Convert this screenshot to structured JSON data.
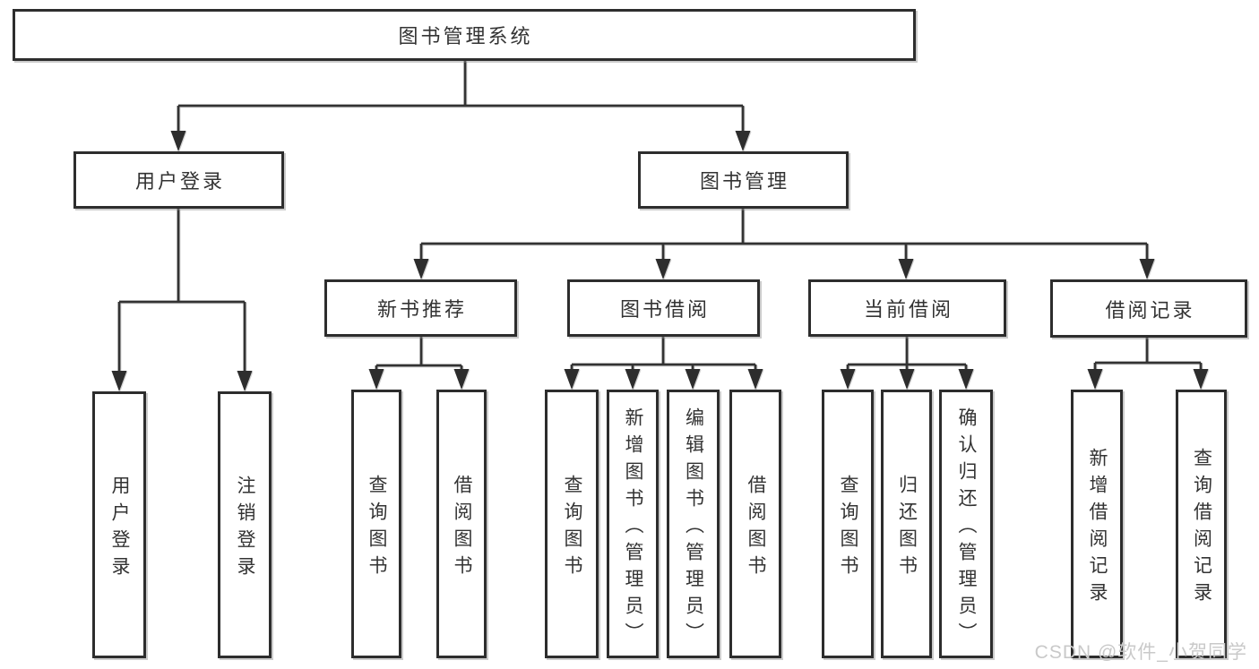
{
  "tree": {
    "label": "图书管理系统",
    "children": [
      {
        "label": "用户登录",
        "children": [
          {
            "label": "用户登录"
          },
          {
            "label": "注销登录"
          }
        ]
      },
      {
        "label": "图书管理",
        "children": [
          {
            "label": "新书推荐",
            "children": [
              {
                "label": "查询图书"
              },
              {
                "label": "借阅图书"
              }
            ]
          },
          {
            "label": "图书借阅",
            "children": [
              {
                "label": "查询图书"
              },
              {
                "label": "新增图书（管理员）"
              },
              {
                "label": "编辑图书（管理员）"
              },
              {
                "label": "借阅图书"
              }
            ]
          },
          {
            "label": "当前借阅",
            "children": [
              {
                "label": "查询图书"
              },
              {
                "label": "归还图书"
              },
              {
                "label": "确认归还（管理员）"
              }
            ]
          },
          {
            "label": "借阅记录",
            "children": [
              {
                "label": "新增借阅记录"
              },
              {
                "label": "查询借阅记录"
              }
            ]
          }
        ]
      }
    ]
  },
  "watermark": "CSDN @软件_小贺同学",
  "colors": {
    "line": "#333333",
    "box_border": "#2d2d2d",
    "box_fill": "#ffffff",
    "text": "#333333",
    "watermark": "#c9c9c9",
    "background": "#ffffff"
  }
}
